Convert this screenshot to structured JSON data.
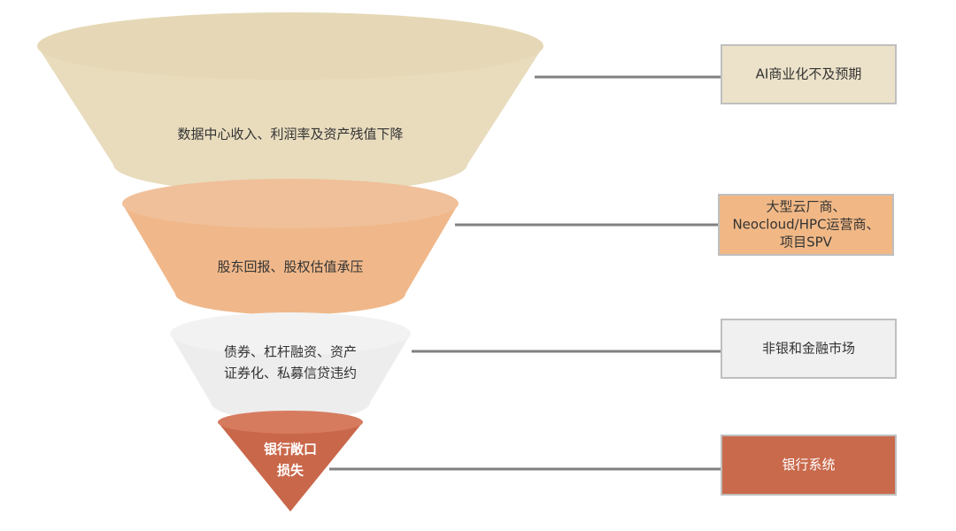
{
  "funnel": {
    "layers": [
      {
        "lines": [
          "数据中心收入、利润率及资产残值下降"
        ],
        "color": "#e8dcbd",
        "top_color": "#e6d8b6",
        "text_color": "#333333"
      },
      {
        "lines": [
          "股东回报、股权估值承压"
        ],
        "color": "#f0b88a",
        "top_color": "#f0c09a",
        "text_color": "#333333"
      },
      {
        "lines": [
          "债券、杠杆融资、资产",
          "证券化、私募信贷违约"
        ],
        "color": "#ededed",
        "top_color": "#f2f2f2",
        "text_color": "#333333"
      },
      {
        "lines": [
          "银行敞口",
          "损失"
        ],
        "color": "#c9674a",
        "top_color": "#d77b5f",
        "text_color": "#ffffff"
      }
    ]
  },
  "boxes": [
    {
      "lines": [
        "AI商业化不及预期"
      ],
      "fill": "#ece2c9",
      "border": "#bfbfbf",
      "text_color": "#333333"
    },
    {
      "lines": [
        "大型云厂商、",
        "Neocloud/HPC运营商、",
        "项目SPV"
      ],
      "fill": "#f1b886",
      "border": "#bfbfbf",
      "text_color": "#333333"
    },
    {
      "lines": [
        "非银和金融市场"
      ],
      "fill": "#f0f0f0",
      "border": "#bfbfbf",
      "text_color": "#333333"
    },
    {
      "lines": [
        "银行系统"
      ],
      "fill": "#c96a4c",
      "border": "#bfbfbf",
      "text_color": "#ffffff"
    }
  ],
  "connector_color": "#808080"
}
